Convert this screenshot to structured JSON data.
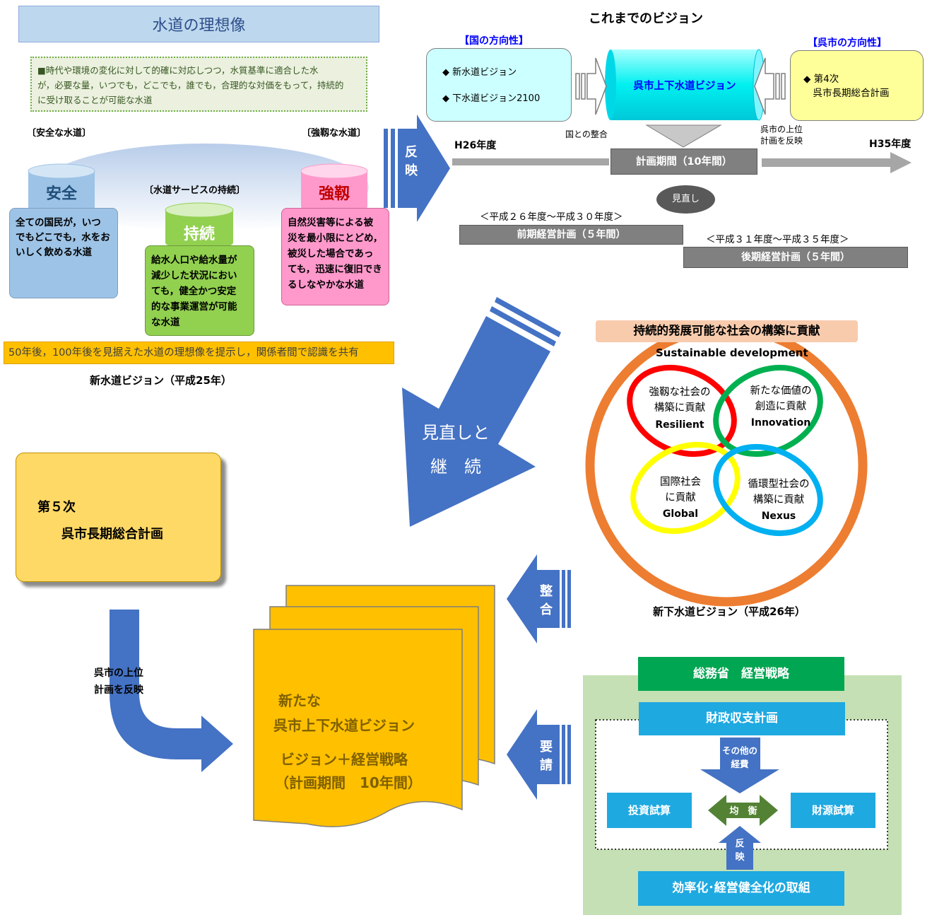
{
  "ideal": {
    "title": "水道の理想像",
    "description": "■時代や環境の変化に対して的確に対応しつつ，水質基準に適合した水\nが，必要な量，いつでも，どこでも，誰でも，合理的な対価をもって，持続的\nに受け取ることが可能な水道",
    "label_safe_water": "〔安全な水道〕",
    "label_strong_water": "〔強靱な水道〕",
    "label_sustain": "〔水道サービスの持続〕",
    "safe": {
      "title": "安全",
      "text": "全ての国民が，いつ\nでもどこでも，水をお\nいしく飲める水道"
    },
    "sustain": {
      "title": "持続",
      "text": "給水人口や給水量が\n減少した状況におい\nても，健全かつ安定\n的な事業運営が可能\nな水道"
    },
    "strong": {
      "title": "強靱",
      "text": "自然災害等による被\n災を最小限にとどめ，\n被災した場合であっ\nても，迅速に復旧でき\nるしなやかな水道"
    },
    "banner": "50年後，100年後を見据えた水道の理想像を提示し，関係者間で認識を共有",
    "caption": "新水道ビジョン（平成25年）"
  },
  "reflect_arrow": "反\n映",
  "past_vision": {
    "title": "これまでのビジョン",
    "national_label": "【国の方向性】",
    "national_items": [
      "◆ 新水道ビジョン",
      "◆ 下水道ビジョン2100"
    ],
    "center": "呉市上下水道ビジョン",
    "city_label": "【呉市の方向性】",
    "city_item": "◆ 第4次\n　呉市長期総合計画",
    "note_national": "国との整合",
    "note_city": "呉市の上位\n計画を反映",
    "start": "H26年度",
    "end": "H35年度",
    "period": "計画期間（10年間）",
    "review": "見直し",
    "early_range": "＜平成２６年度～平成３０年度＞",
    "early_plan": "前期経営計画（５年間）",
    "late_range": "＜平成３１年度～平成３５年度＞",
    "late_plan": "後期経営計画（５年間）"
  },
  "review_continue": "見直しと\n継　続",
  "sewer": {
    "banner": "持続的発展可能な社会の構築に貢献",
    "subtitle": "Sustainable development",
    "resilient": {
      "ja": "強靱な社会の\n構築に貢献",
      "en": "Resilient"
    },
    "innovation": {
      "ja": "新たな価値の\n創造に貢献",
      "en": "Innovation"
    },
    "global": {
      "ja": "国際社会\nに貢献",
      "en": "Global"
    },
    "nexus": {
      "ja": "循環型社会の\n構築に貢献",
      "en": "Nexus"
    },
    "caption": "新下水道ビジョン（平成26年）"
  },
  "fifth_plan": {
    "line1": "第５次",
    "line2": "呉市長期総合計画"
  },
  "upper_plan_note": "呉市の上位\n計画を反映",
  "new_vision": {
    "line1": "新たな",
    "line2": "呉市上下水道ビジョン",
    "line3": "ビジョン＋経営戦略",
    "line4": "（計画期間　10年間）"
  },
  "align_arrow": "整\n合",
  "request_arrow": "要\n請",
  "strategy": {
    "title": "総務省　経営戦略",
    "finance": "財政収支計画",
    "other_costs": "その他の\n経費",
    "investment": "投資試算",
    "balance": "均　衡",
    "funding": "財源試算",
    "reflect": "反\n映",
    "efficiency": "効率化･経営健全化の取組"
  },
  "colors": {
    "blue_arrow": "#4472c4",
    "safe_blue": "#9dc3e6",
    "sustain_green": "#92d050",
    "strong_pink": "#ff99cc",
    "orange": "#ffc000",
    "teal": "#1fa9e1",
    "green_dark": "#00a651"
  }
}
